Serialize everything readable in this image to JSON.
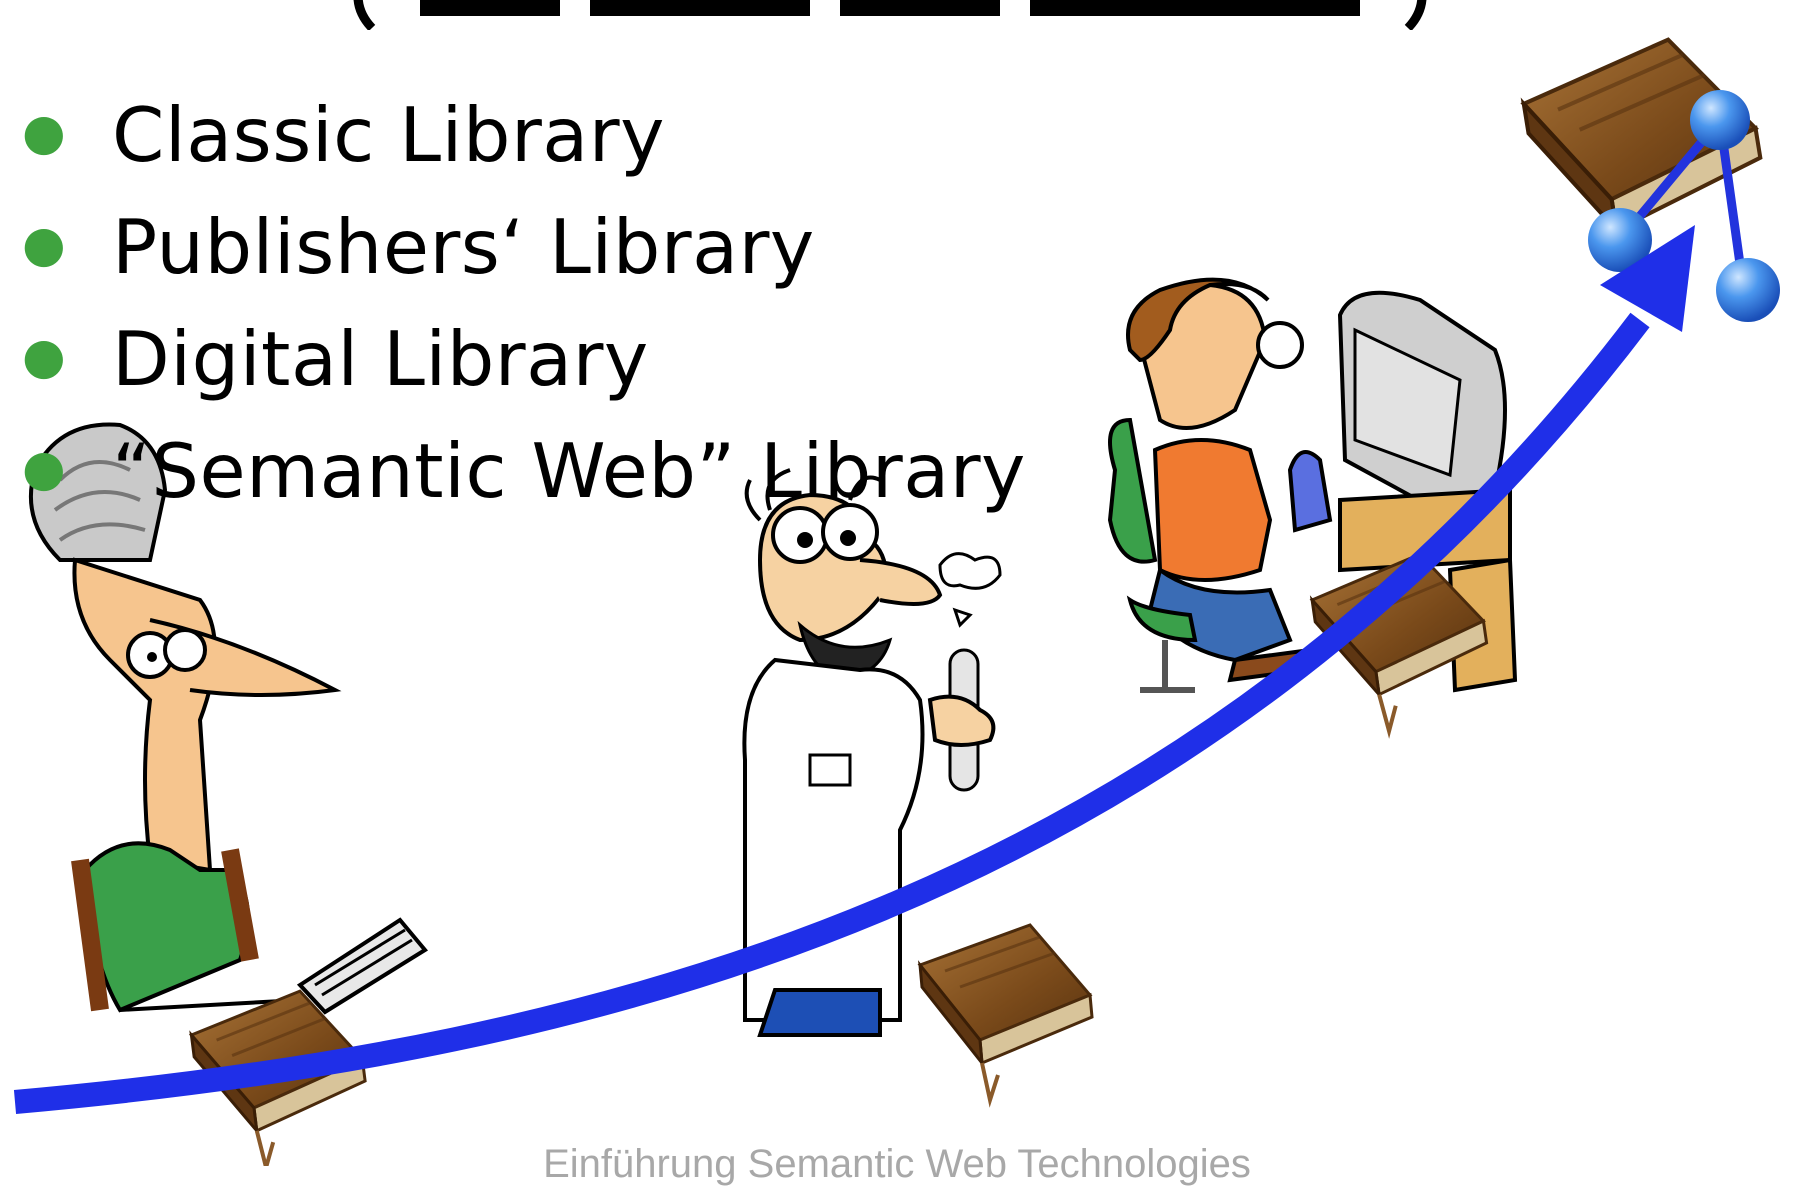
{
  "bullets": [
    "Classic Library",
    "Publishers‘ Library",
    "Digital Library",
    "“Semantic Web” Library"
  ],
  "footer_text": "Einführung Semantic Web Technologies",
  "colors": {
    "bullet": "#3fa33f",
    "arrow": "#1f2fe8",
    "graph_node": "#2f7fe0",
    "graph_edge": "#2233dd",
    "book": "#8b5a22",
    "footer": "#a8a8a8"
  },
  "icons": [
    "person-at-terminal-icon",
    "scientist-icon",
    "person-at-computer-icon",
    "book-icon",
    "semantic-graph-icon",
    "progress-arrow-icon"
  ]
}
